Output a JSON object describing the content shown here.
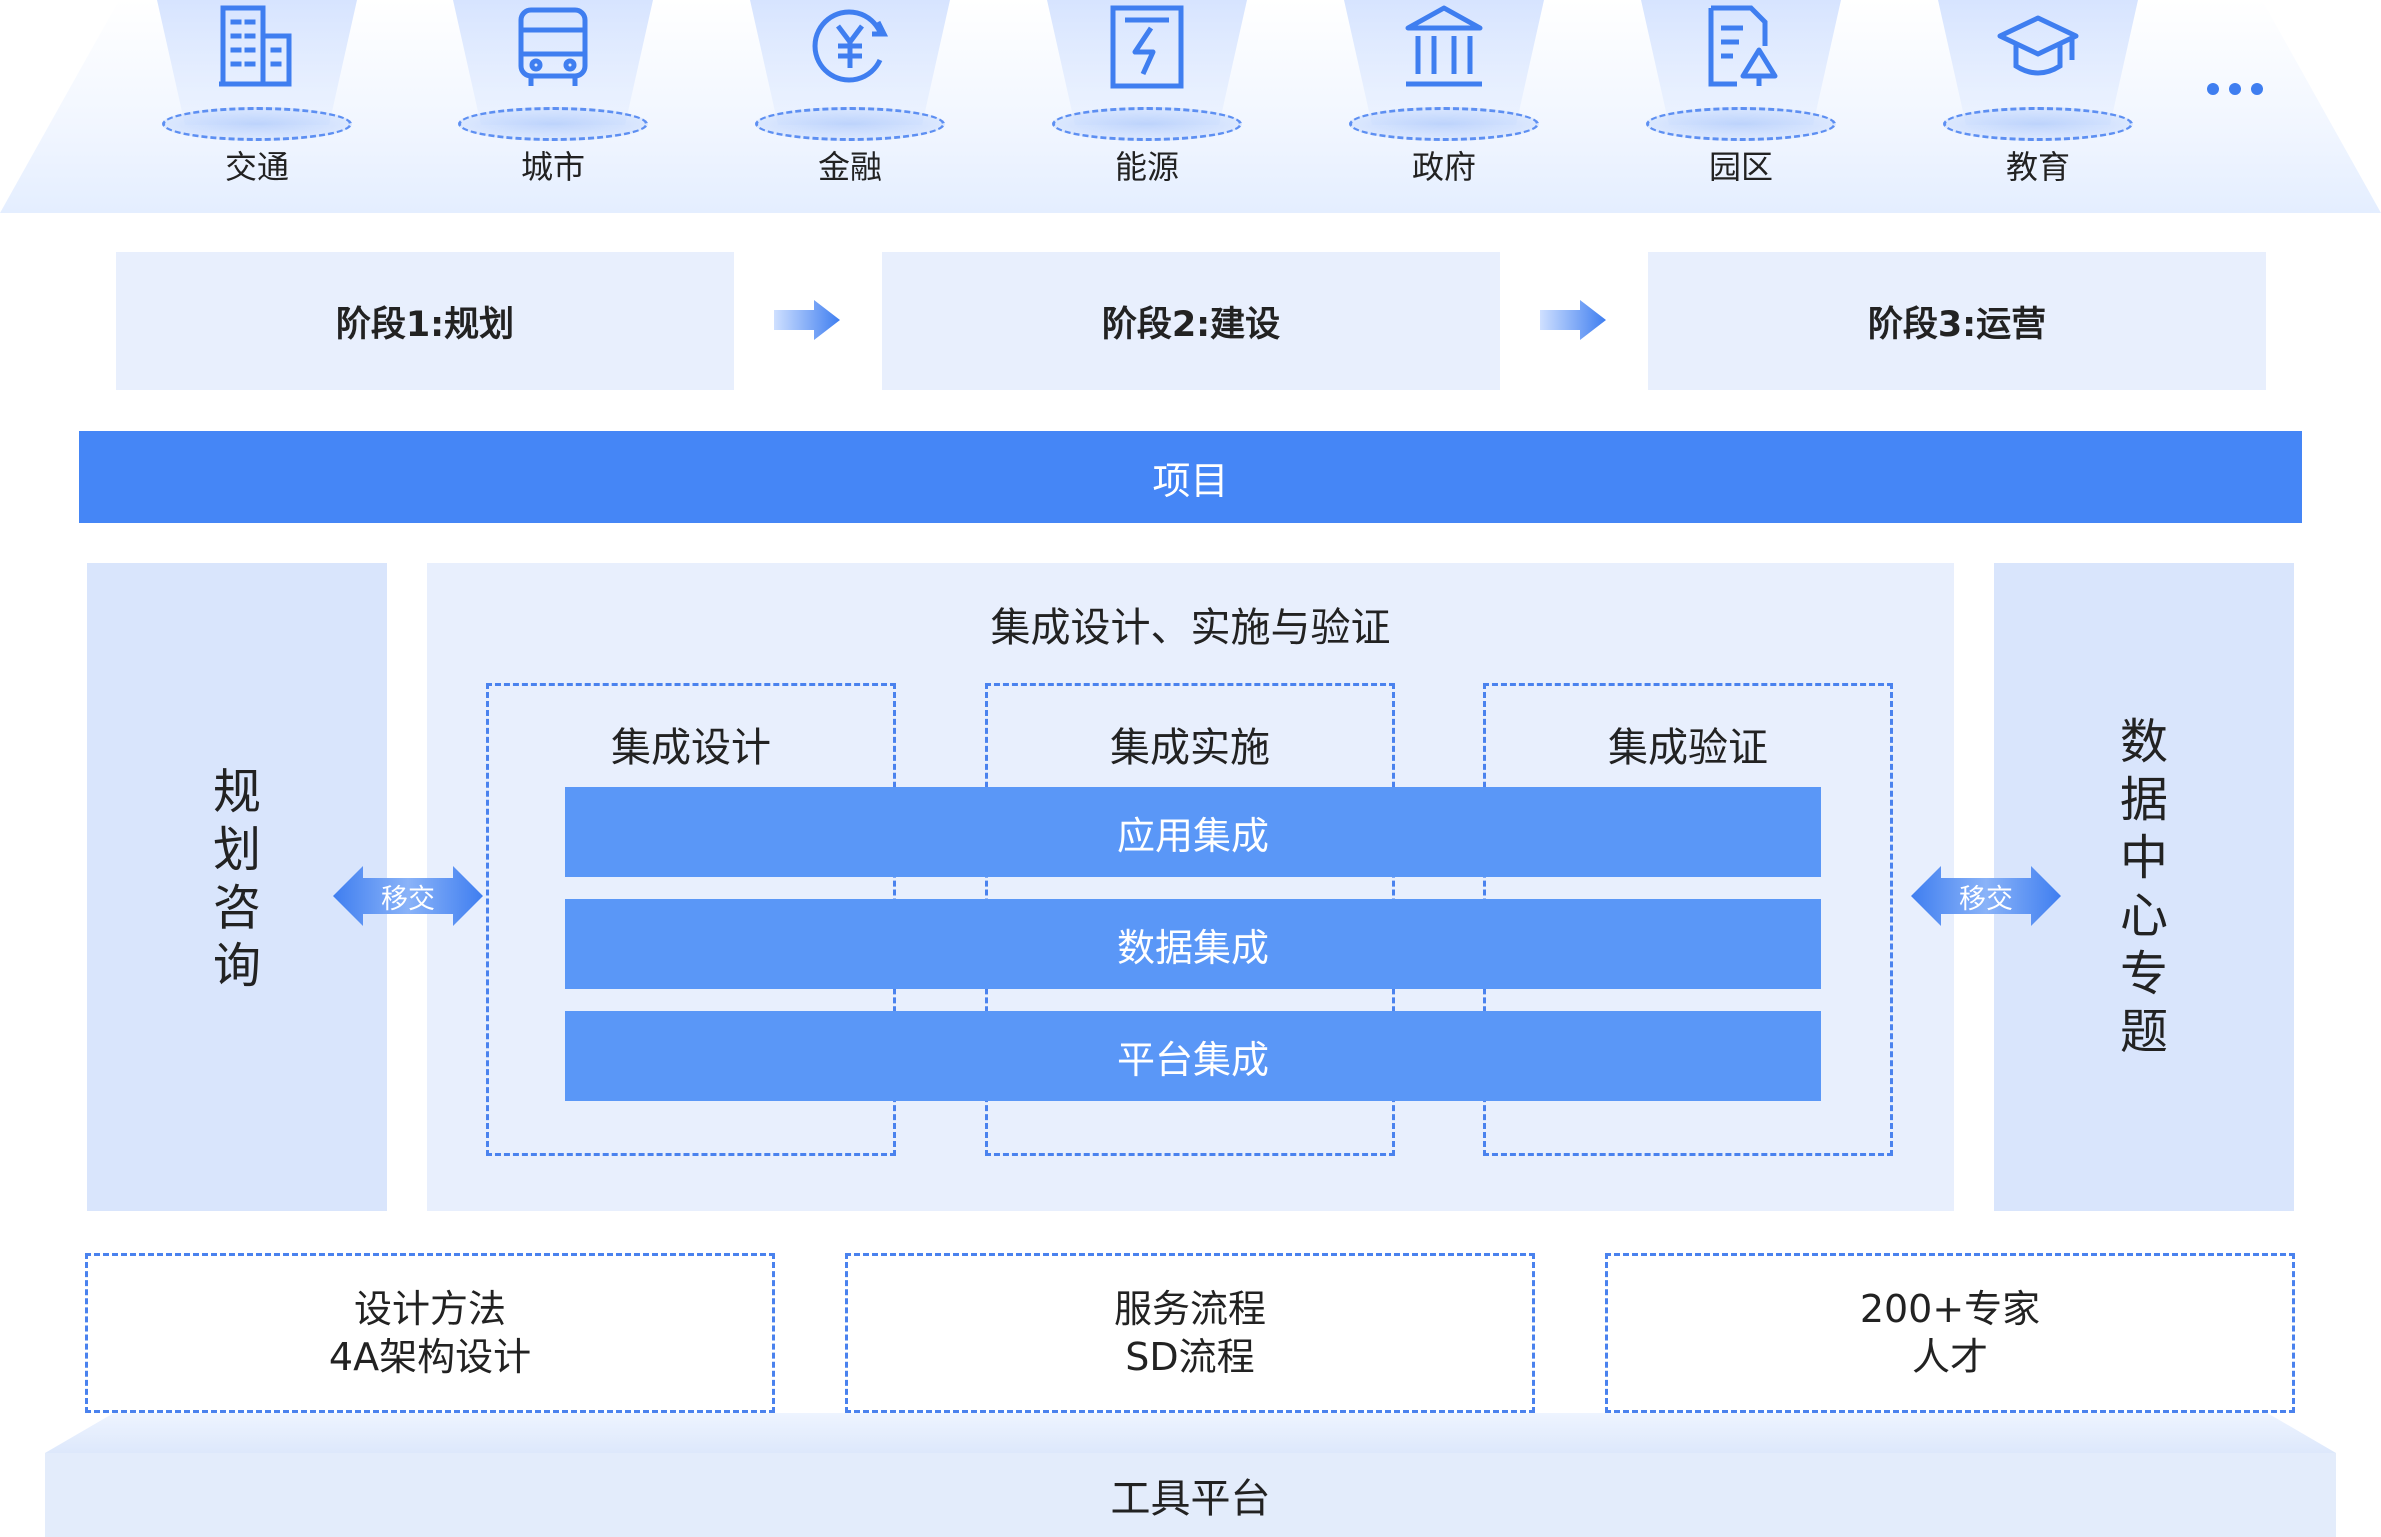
{
  "industries": [
    {
      "label": "交通",
      "icon": "building-icon"
    },
    {
      "label": "城市",
      "icon": "bus-icon"
    },
    {
      "label": "金融",
      "icon": "yuan-coin-icon"
    },
    {
      "label": "能源",
      "icon": "lightning-icon"
    },
    {
      "label": "政府",
      "icon": "government-building-icon"
    },
    {
      "label": "园区",
      "icon": "park-document-icon"
    },
    {
      "label": "教育",
      "icon": "graduation-cap-icon"
    }
  ],
  "more_icon": "ellipsis-icon",
  "stages": [
    "阶段1:规划",
    "阶段2:建设",
    "阶段3:运营"
  ],
  "project": "项目",
  "left_column": "规划咨询",
  "right_column": "数据中心专题",
  "center": {
    "title": "集成设计、实施与验证",
    "phases": [
      "集成设计",
      "集成实施",
      "集成验证"
    ],
    "integrations": [
      "应用集成",
      "数据集成",
      "平台集成"
    ]
  },
  "transfer_label": "移交",
  "capabilities": [
    {
      "line1": "设计方法",
      "line2": "4A架构设计"
    },
    {
      "line1": "服务流程",
      "line2": "SD流程"
    },
    {
      "line1": "200+专家",
      "line2": "人才"
    }
  ],
  "tool_platform": "工具平台",
  "colors": {
    "primary": "#4586f6",
    "bar": "#5a97f7",
    "panel": "#e8effd",
    "side": "#d9e5fc",
    "dashed": "#4a82ee"
  }
}
